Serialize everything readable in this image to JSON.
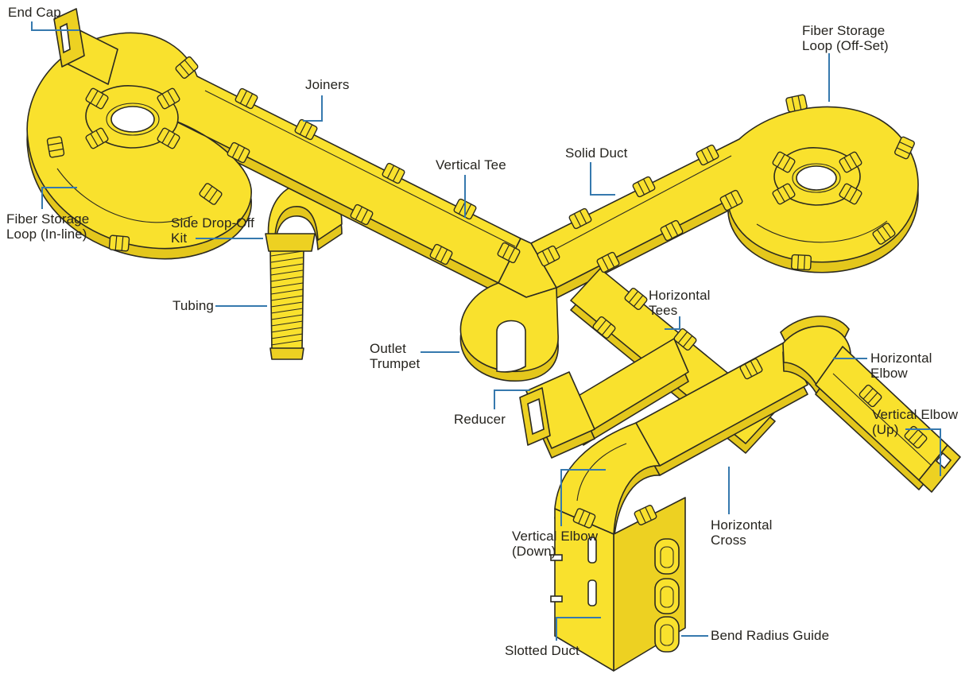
{
  "diagram": {
    "background": "#FFFFFF",
    "colors": {
      "duct_fill": "#F9E12D",
      "duct_side_fill": "#E4C71C",
      "outline": "#2B2A20",
      "leader_line": "#3679AE",
      "label_text": "#26241F"
    },
    "labels": [
      {
        "id": "end-cap",
        "text": "End Cap"
      },
      {
        "id": "fiber-storage-loop-inline",
        "text": "Fiber Storage\nLoop (In-line)"
      },
      {
        "id": "joiners",
        "text": "Joiners"
      },
      {
        "id": "side-drop-off-kit",
        "text": "Side Drop-Off\nKit"
      },
      {
        "id": "tubing",
        "text": "Tubing"
      },
      {
        "id": "vertical-tee",
        "text": "Vertical Tee"
      },
      {
        "id": "solid-duct",
        "text": "Solid Duct"
      },
      {
        "id": "fiber-storage-loop-offset",
        "text": "Fiber Storage\nLoop (Off-Set)"
      },
      {
        "id": "outlet-trumpet",
        "text": "Outlet\nTrumpet"
      },
      {
        "id": "reducer",
        "text": "Reducer"
      },
      {
        "id": "horizontal-tees",
        "text": "Horizontal\nTees"
      },
      {
        "id": "horizontal-elbow",
        "text": "Horizontal Elbow"
      },
      {
        "id": "vertical-elbow-up",
        "text": "Vertical Elbow\n(Up)"
      },
      {
        "id": "horizontal-cross",
        "text": "Horizontal\nCross"
      },
      {
        "id": "vertical-elbow-down",
        "text": "Vertical Elbow\n(Down)"
      },
      {
        "id": "slotted-duct",
        "text": "Slotted Duct"
      },
      {
        "id": "bend-radius-guide",
        "text": "Bend Radius Guide"
      }
    ]
  }
}
